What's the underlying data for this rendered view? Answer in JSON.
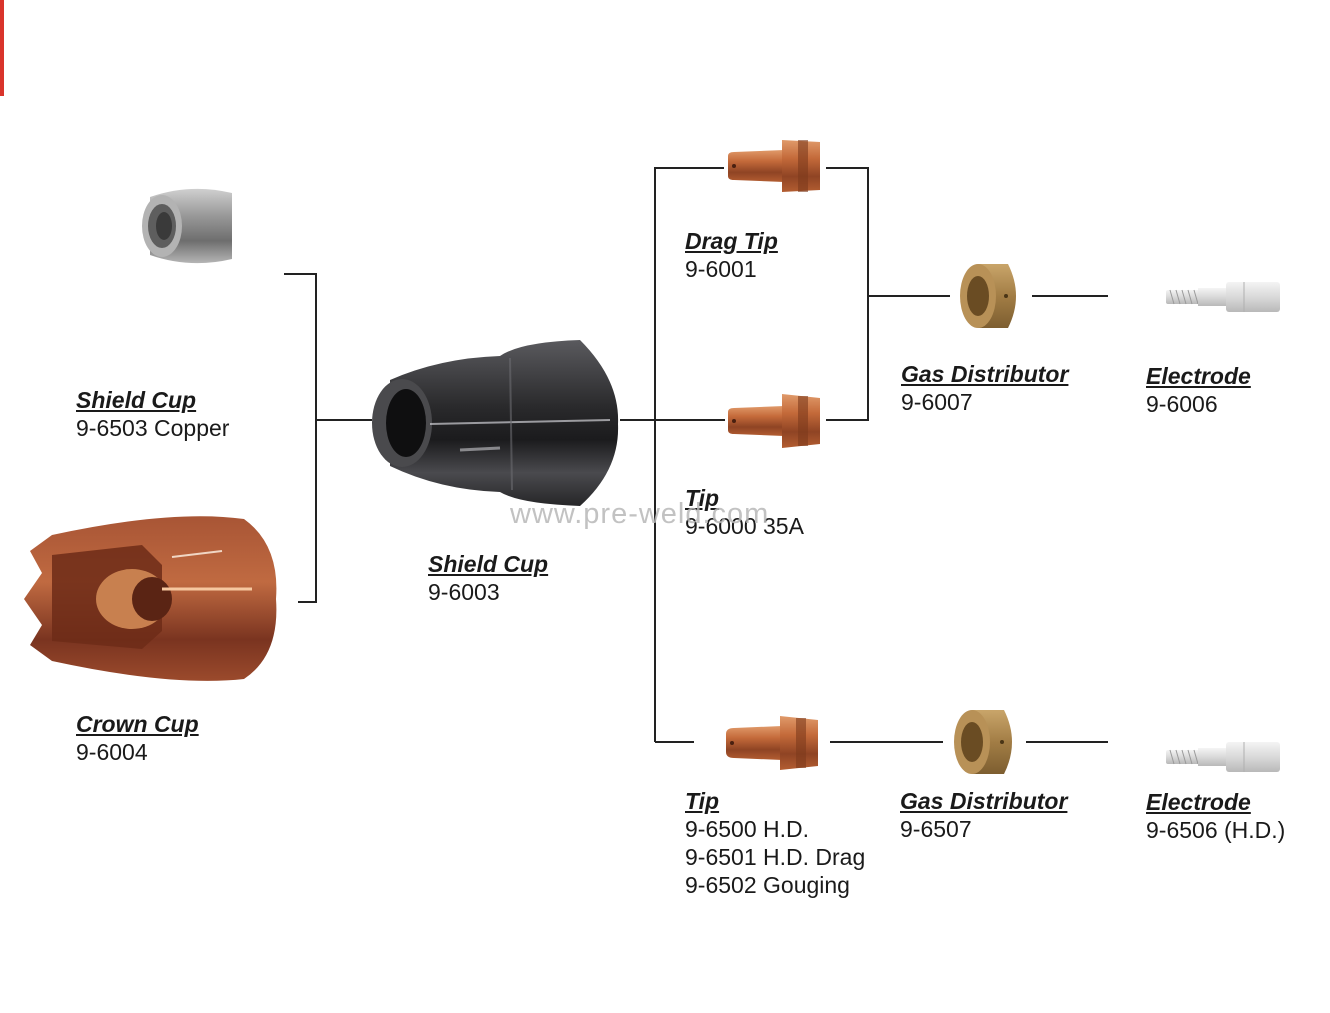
{
  "watermark": "www.pre-weld.com",
  "colors": {
    "accent": "#d9342b",
    "copper": "#c46a3a",
    "brass": "#a27d45",
    "steel": "#8a8a8a",
    "dark_cup": "#2e2e30",
    "line": "#222222"
  },
  "parts": {
    "shield_cup_copper": {
      "name": "Shield Cup",
      "lines": [
        "9-6503  Copper"
      ],
      "icon": "small-shield-cup-icon"
    },
    "crown_cup": {
      "name": "Crown Cup",
      "lines": [
        "9-6004"
      ],
      "icon": "crown-cup-icon"
    },
    "shield_cup": {
      "name": "Shield Cup",
      "lines": [
        "9-6003"
      ],
      "icon": "shield-cup-icon"
    },
    "drag_tip": {
      "name": "Drag Tip",
      "lines": [
        "9-6001"
      ],
      "icon": "drag-tip-icon"
    },
    "tip_35a": {
      "name": "Tip",
      "lines": [
        "9-6000  35A"
      ],
      "icon": "tip-icon"
    },
    "gas_distributor_1": {
      "name": "Gas  Distributor",
      "lines": [
        "9-6007"
      ],
      "icon": "gas-distributor-icon"
    },
    "electrode_1": {
      "name": "Electrode",
      "lines": [
        "9-6006"
      ],
      "icon": "electrode-icon"
    },
    "tip_hd": {
      "name": "Tip",
      "lines": [
        "9-6500  H.D.",
        "9-6501  H.D. Drag",
        "9-6502  Gouging"
      ],
      "icon": "tip-icon"
    },
    "gas_distributor_2": {
      "name": "Gas Distributor",
      "lines": [
        "9-6507"
      ],
      "icon": "gas-distributor-icon"
    },
    "electrode_2": {
      "name": "Electrode",
      "lines": [
        "9-6506  (H.D.)"
      ],
      "icon": "electrode-icon"
    }
  }
}
